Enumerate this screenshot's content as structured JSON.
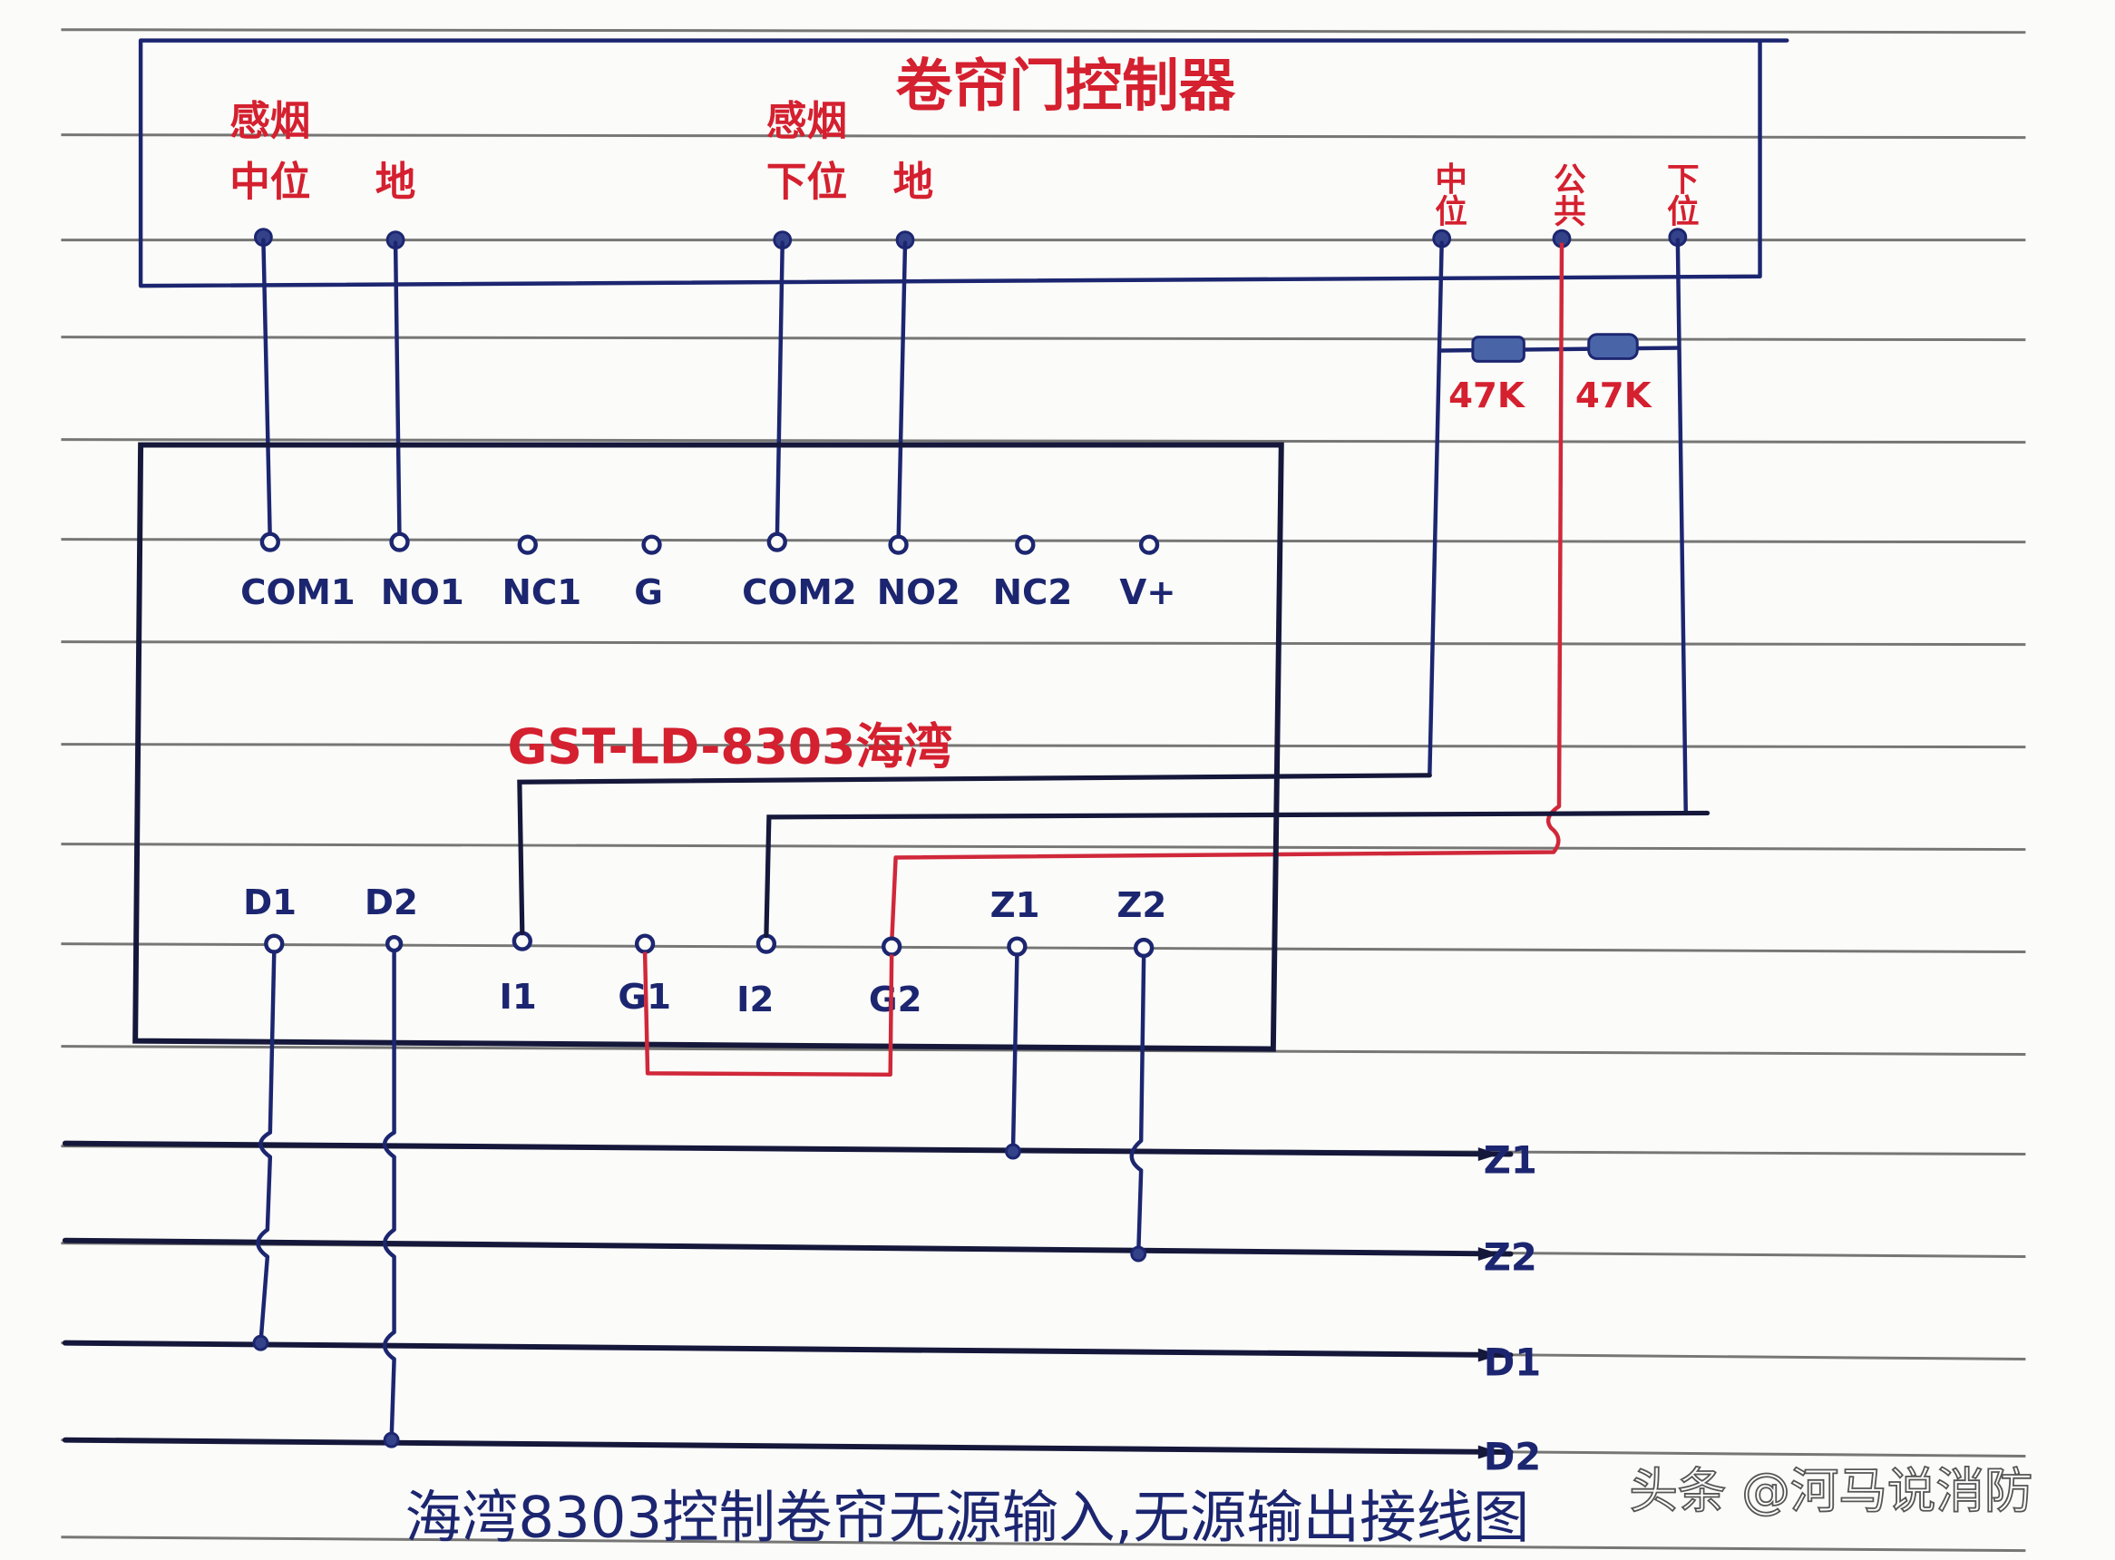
{
  "title": "海湾8303控制卷帘无源输入,无源输出接线图",
  "watermark": "头条 @河马说消防",
  "colors": {
    "ink_blue": "#1c2670",
    "ink_red": "#d4202f",
    "paper": "#fbfbf9",
    "rule": "#4a4a4a"
  },
  "controller": {
    "title": "卷帘门控制器",
    "smoke_label_1": "感烟",
    "smoke_label_2": "感烟",
    "terminals": {
      "mid_pos": "中位",
      "ground_1": "地",
      "low_pos": "下位",
      "ground_2": "地",
      "mid": "中位",
      "common": "公共",
      "low": "下位"
    }
  },
  "resistors": [
    {
      "value": "47K"
    },
    {
      "value": "47K"
    }
  ],
  "module": {
    "name": "GST-LD-8303海湾",
    "top_terminals": [
      "COM1",
      "NO1",
      "NC1",
      "G",
      "COM2",
      "NO2",
      "NC2",
      "V+"
    ],
    "bottom_terminals_top_labels": [
      "D1",
      "D2",
      "Z1",
      "Z2"
    ],
    "bottom_terminals_bottom_labels": [
      "I1",
      "G1",
      "I2",
      "G2"
    ]
  },
  "bus_lines": [
    "Z1",
    "Z2",
    "D1",
    "D2"
  ]
}
